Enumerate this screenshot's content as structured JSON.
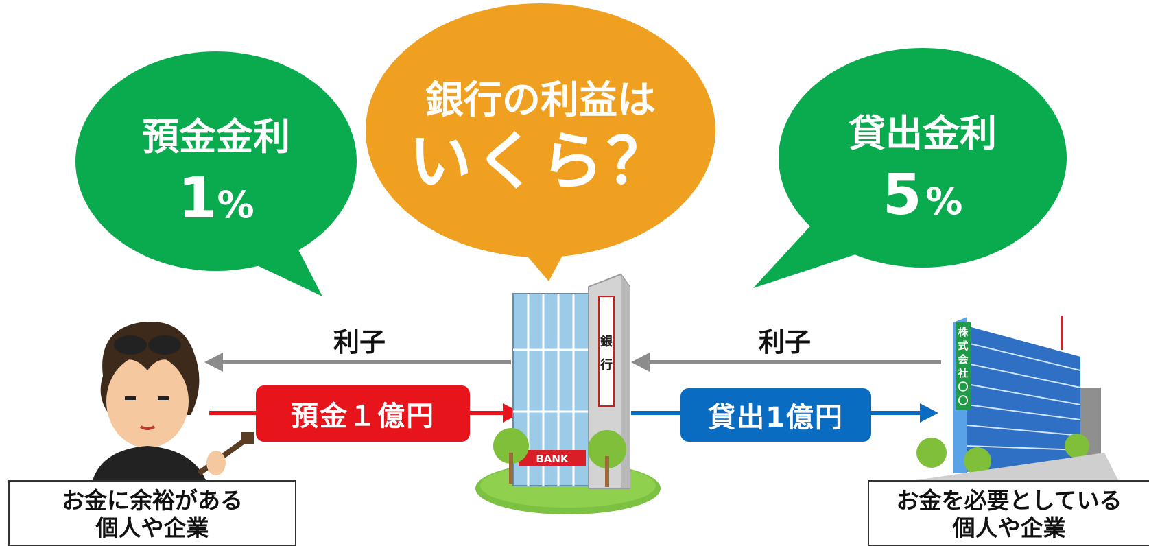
{
  "center_bubble": {
    "line1": "銀行の利益は",
    "line2": "いくら？"
  },
  "left_bubble": {
    "title": "預金金利",
    "rate_number": "1",
    "rate_unit": "%"
  },
  "right_bubble": {
    "title": "貸出金利",
    "rate_number": "5",
    "rate_unit": "%"
  },
  "left_flow": {
    "interest_label": "利子",
    "deposit_label": "預金１億円"
  },
  "right_flow": {
    "interest_label": "利子",
    "loan_label": "貸出1億円"
  },
  "bank": {
    "sign": "BANK",
    "vertical_sign": [
      "銀",
      "行"
    ]
  },
  "company": {
    "vertical_sign": [
      "株",
      "式",
      "会",
      "社",
      "〇",
      "〇"
    ]
  },
  "left_caption": {
    "line1": "お金に余裕がある",
    "line2": "個人や企業"
  },
  "right_caption": {
    "line1": "お金を必要としている",
    "line2": "個人や企業"
  },
  "colors": {
    "green": "#0aab4e",
    "orange": "#f0a020",
    "red": "#e8141c",
    "blue": "#0a6cc0",
    "gray_arrow": "#8c8c8c"
  }
}
